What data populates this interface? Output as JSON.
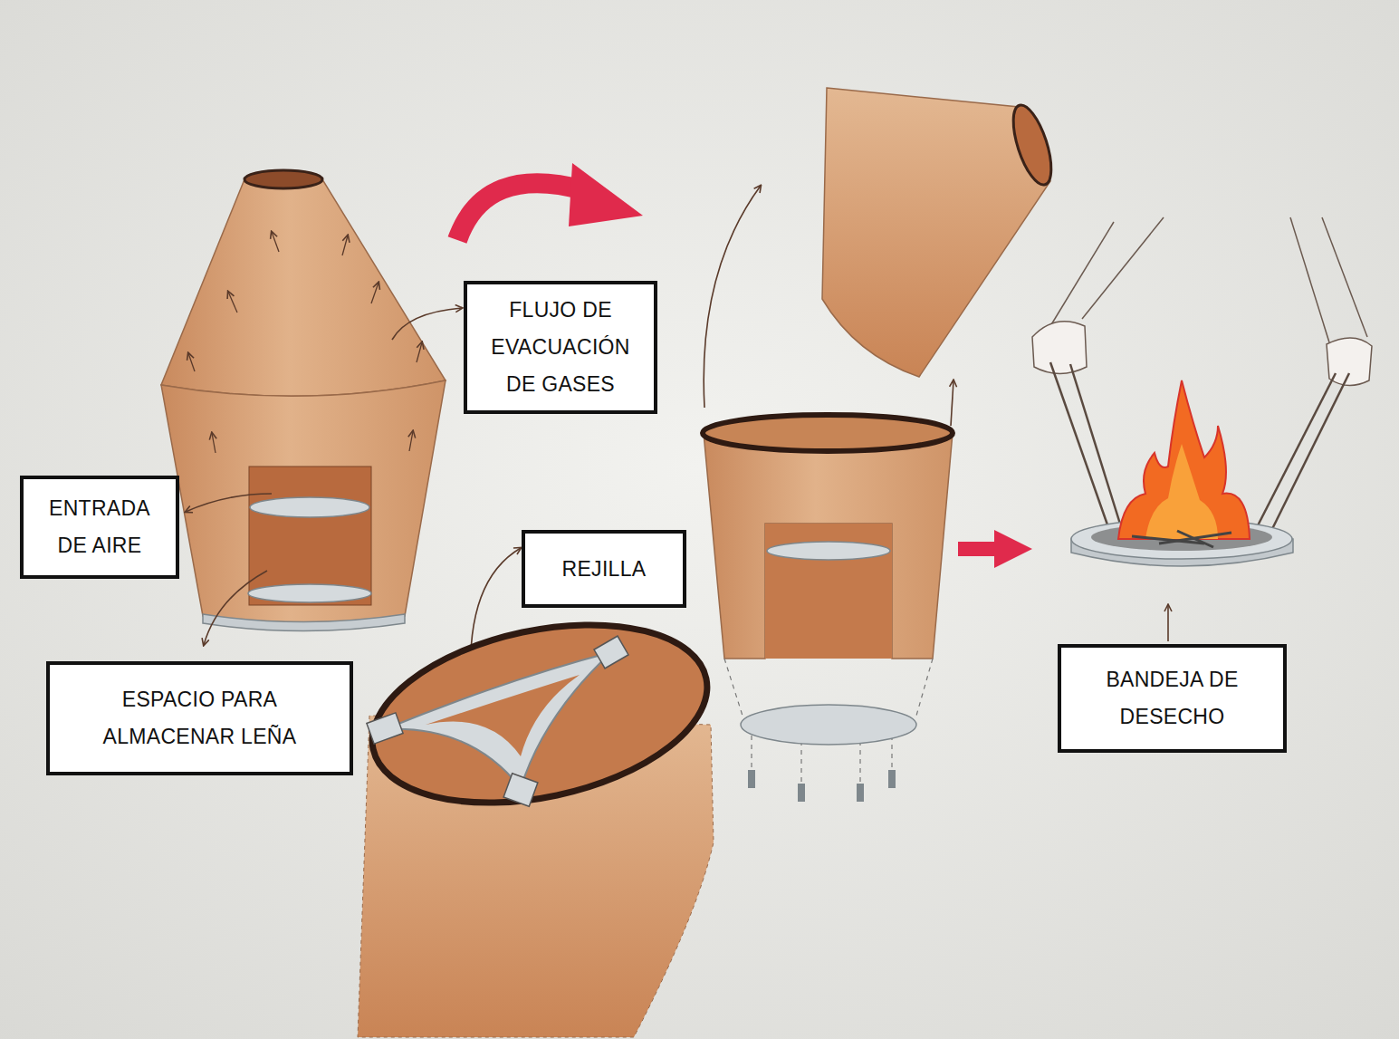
{
  "diagram": {
    "nodes": [
      {
        "text": [
          "FLUJO DE EVACUACIÓN DE GASES"
        ]
      },
      {
        "text": [
          "ENTRADA DE AIRE"
        ]
      },
      {
        "text": [
          "REJILLA"
        ]
      },
      {
        "text": [
          "BANDEJA DE DESECHO"
        ]
      },
      {
        "text": [
          "ESPACIO PARA ALMACENAR LEÑA"
        ]
      }
    ]
  }
}
